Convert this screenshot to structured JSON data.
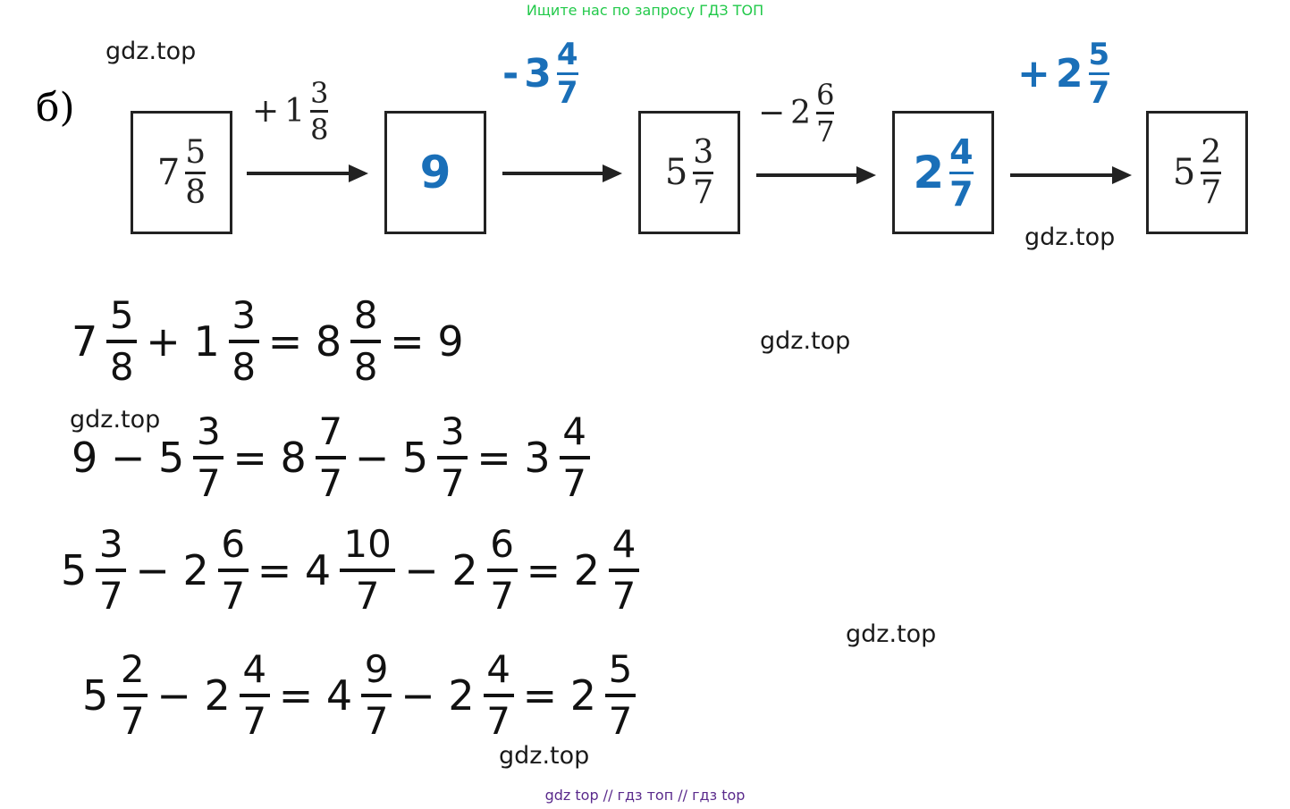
{
  "banner_top": "Ищите нас по запросу ГДЗ ТОП",
  "banner_bottom": "gdz top  //  гдз топ  //  гдз top",
  "watermark": "gdz.top",
  "task_label": "б)",
  "chain": {
    "boxes": [
      {
        "whole": "7",
        "num": "5",
        "den": "8"
      },
      {
        "whole": "9"
      },
      {
        "whole": "5",
        "num": "3",
        "den": "7"
      },
      {
        "whole": "2",
        "num": "4",
        "den": "7"
      },
      {
        "whole": "5",
        "num": "2",
        "den": "7"
      }
    ],
    "ops": [
      {
        "sign": "+",
        "whole": "1",
        "num": "3",
        "den": "8"
      },
      {
        "sign": "-",
        "whole": "3",
        "num": "4",
        "den": "7"
      },
      {
        "sign": "−",
        "whole": "2",
        "num": "6",
        "den": "7"
      },
      {
        "sign": "+",
        "whole": "2",
        "num": "5",
        "den": "7"
      }
    ]
  },
  "equations": [
    [
      "7",
      "5/8",
      "+ 1",
      "3/8",
      "= 8",
      "8/8",
      "= 9"
    ],
    [
      "9 − 5",
      "3/7",
      "= 8",
      "7/7",
      "− 5",
      "3/7",
      "= 3",
      "4/7"
    ],
    [
      "5",
      "3/7",
      "− 2",
      "6/7",
      "= 4",
      "10/7",
      "− 2",
      "6/7",
      "= 2",
      "4/7"
    ],
    [
      "5",
      "2/7",
      "− 2",
      "4/7",
      "= 4",
      "9/7",
      "− 2",
      "4/7",
      "= 2",
      "5/7"
    ]
  ]
}
